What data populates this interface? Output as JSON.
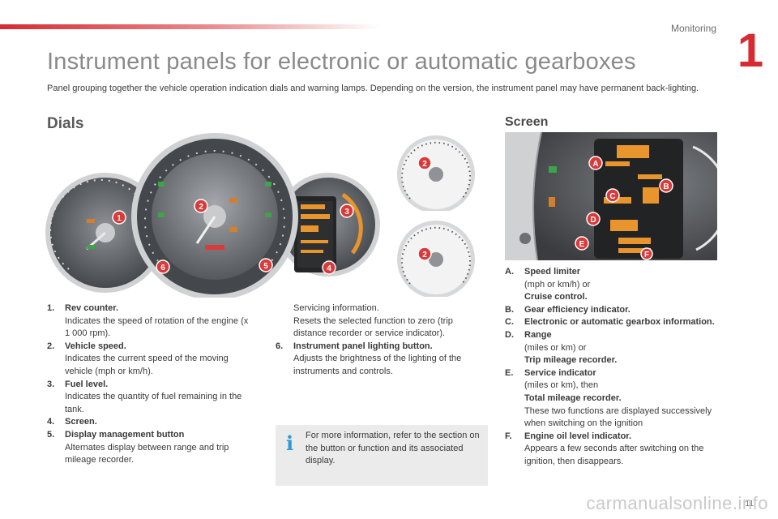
{
  "header": {
    "section": "Monitoring",
    "chapter": "1"
  },
  "title": "Instrument panels for electronic or automatic gearboxes",
  "intro": "Panel grouping together the vehicle operation indication dials and warning lamps. Depending on the version, the instrument panel may have permanent back-lighting.",
  "dials": {
    "heading": "Dials",
    "callouts": [
      "1",
      "2",
      "3",
      "4",
      "5",
      "6"
    ],
    "items": [
      {
        "num": "1.",
        "title": "Rev counter.",
        "desc": "Indicates the speed of rotation of the engine (x 1 000 rpm)."
      },
      {
        "num": "2.",
        "title": "Vehicle speed.",
        "desc": "Indicates the current speed of the moving vehicle (mph or km/h)."
      },
      {
        "num": "3.",
        "title": "Fuel level.",
        "desc": "Indicates the quantity of fuel remaining in the tank."
      },
      {
        "num": "4.",
        "title": "Screen.",
        "desc": ""
      },
      {
        "num": "5.",
        "title": "Display management button",
        "desc": "Alternates display between range and trip mileage recorder."
      }
    ],
    "item5_cont": [
      "Servicing information.",
      "Resets the selected function to zero (trip distance recorder or service indicator)."
    ],
    "item6": {
      "num": "6.",
      "title": "Instrument panel lighting button.",
      "desc": "Adjusts the brightness of the lighting of the instruments and controls."
    }
  },
  "screen": {
    "heading": "Screen",
    "callouts": [
      "A",
      "B",
      "C",
      "D",
      "E",
      "F"
    ],
    "items": [
      {
        "num": "A.",
        "lines": [
          {
            "t": "Speed limiter",
            "b": true
          },
          {
            "t": "(mph or km/h) or",
            "b": false
          },
          {
            "t": "Cruise control.",
            "b": true
          }
        ]
      },
      {
        "num": "B.",
        "lines": [
          {
            "t": "Gear efficiency indicator.",
            "b": true
          }
        ]
      },
      {
        "num": "C.",
        "lines": [
          {
            "t": "Electronic or automatic gearbox information.",
            "b": true
          }
        ]
      },
      {
        "num": "D.",
        "lines": [
          {
            "t": "Range",
            "b": true
          },
          {
            "t": "(miles or km) or",
            "b": false
          },
          {
            "t": "Trip mileage recorder.",
            "b": true
          }
        ]
      },
      {
        "num": "E.",
        "lines": [
          {
            "t": "Service indicator",
            "b": true
          },
          {
            "t": "(miles or km), then",
            "b": false
          },
          {
            "t": "Total mileage recorder.",
            "b": true
          },
          {
            "t": "These two functions are displayed successively when switching on the ignition",
            "b": false
          }
        ]
      },
      {
        "num": "F.",
        "lines": [
          {
            "t": "Engine oil level indicator.",
            "b": true
          },
          {
            "t": "Appears a few seconds after switching on the ignition, then disappears.",
            "b": false
          }
        ]
      }
    ]
  },
  "info_box": {
    "icon": "info-icon",
    "text": "For more information, refer to the section on the button or function and its associated display."
  },
  "footer": {
    "page_number": "11",
    "watermark": "carmanualsonline.info"
  },
  "colors": {
    "brand_red": "#d62b32",
    "callout_red": "#d93a3a",
    "info_blue": "#2c9bd6",
    "dial_grey": "#5b5e62"
  }
}
